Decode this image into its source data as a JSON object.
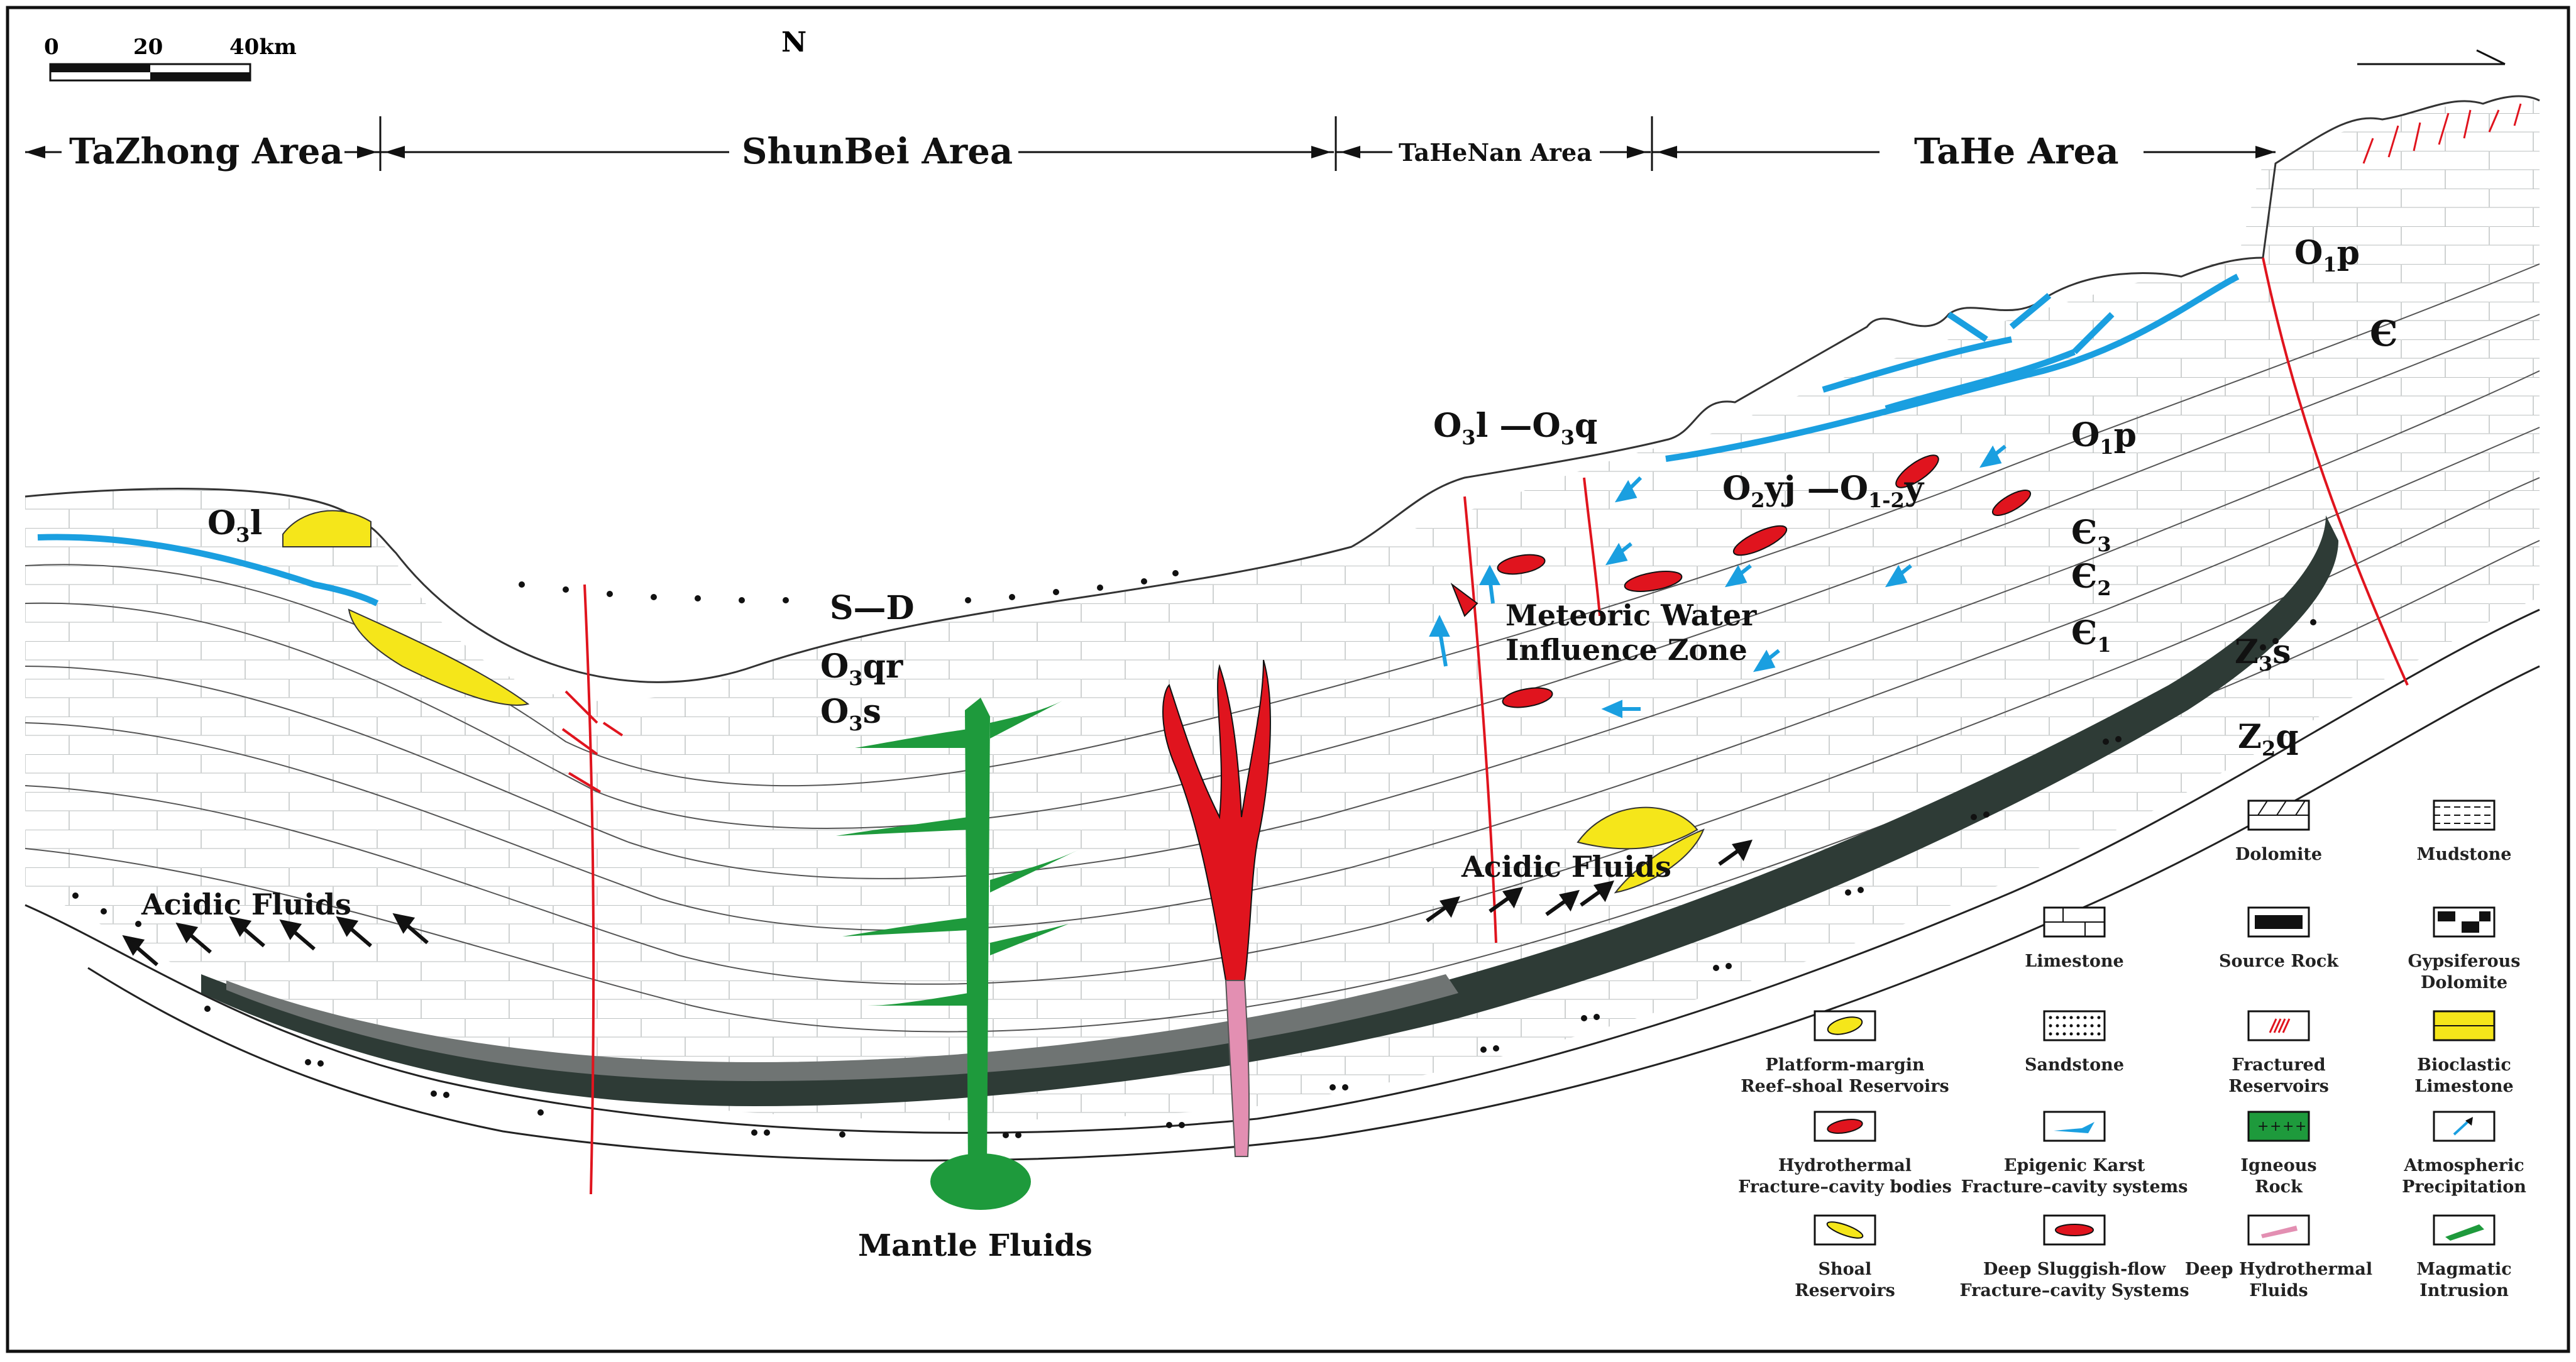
{
  "scale_bar": {
    "ticks": [
      "0",
      "20",
      "40km"
    ]
  },
  "north_arrow": {
    "label": "N"
  },
  "areas": [
    {
      "id": "tazhong",
      "label": "TaZhong Area"
    },
    {
      "id": "shunbei",
      "label": "ShunBei Area"
    },
    {
      "id": "tahenan",
      "label": "TaHeNan Area"
    },
    {
      "id": "tahe",
      "label": "TaHe Area"
    }
  ],
  "strata": {
    "o3l_left": {
      "main": "O",
      "sub": "3",
      "rest": "l"
    },
    "s_d": "S—D",
    "o3qr": {
      "main": "O",
      "sub": "3",
      "rest": "qr"
    },
    "o3s": {
      "main": "O",
      "sub": "3",
      "rest": "s"
    },
    "o3l_o3q": {
      "a": "O",
      "a_sub": "3",
      "b": "l —O",
      "b_sub": "3",
      "c": "q"
    },
    "o2yj_o12y": {
      "a": "O",
      "a_sub": "2",
      "b": "yj —O",
      "b_sub": "1-2",
      "c": "y"
    },
    "o1p_upper": {
      "main": "O",
      "sub": "1",
      "rest": "p"
    },
    "o1p_mid": {
      "main": "O",
      "sub": "1",
      "rest": "p"
    },
    "cambrian": "Є",
    "c3": {
      "main": "Є",
      "sub": "3"
    },
    "c2": {
      "main": "Є",
      "sub": "2"
    },
    "c1": {
      "main": "Є",
      "sub": "1"
    },
    "z3s": {
      "main": "Z",
      "sub": "3",
      "rest": "s"
    },
    "z2q": {
      "main": "Z",
      "sub": "2",
      "rest": "q"
    }
  },
  "annotations": {
    "acidic_left": "Acidic Fluids",
    "acidic_right": "Acidic Fluids",
    "meteoric_line1": "Meteoric Water",
    "meteoric_line2": "Influence Zone",
    "mantle": "Mantle Fluids"
  },
  "legend": [
    {
      "id": "dolomite",
      "lines": [
        "Dolomite"
      ]
    },
    {
      "id": "mudstone",
      "lines": [
        "Mudstone"
      ]
    },
    {
      "id": "limestone",
      "lines": [
        "Limestone"
      ]
    },
    {
      "id": "source-rock",
      "lines": [
        "Source Rock"
      ]
    },
    {
      "id": "gypsiferous-dolomite",
      "lines": [
        "Gypsiferous",
        "Dolomite"
      ]
    },
    {
      "id": "reef-shoal",
      "lines": [
        "Platform-margin",
        "Reef–shoal Reservoirs"
      ]
    },
    {
      "id": "sandstone",
      "lines": [
        "Sandstone"
      ]
    },
    {
      "id": "fractured",
      "lines": [
        "Fractured",
        "Reservoirs"
      ]
    },
    {
      "id": "bioclastic",
      "lines": [
        "Bioclastic",
        "Limestone"
      ]
    },
    {
      "id": "hydrothermal",
      "lines": [
        "Hydrothermal",
        "Fracture–cavity bodies"
      ]
    },
    {
      "id": "epigenic-karst",
      "lines": [
        "Epigenic Karst",
        "Fracture–cavity systems"
      ]
    },
    {
      "id": "igneous",
      "lines": [
        "Igneous",
        "Rock"
      ]
    },
    {
      "id": "atmospheric",
      "lines": [
        "Atmospheric",
        "Precipitation"
      ]
    },
    {
      "id": "shoal",
      "lines": [
        "Shoal",
        "Reservoirs"
      ]
    },
    {
      "id": "deep-sluggish",
      "lines": [
        "Deep Sluggish-flow",
        "Fracture–cavity Systems"
      ]
    },
    {
      "id": "deep-hydrothermal",
      "lines": [
        "Deep Hydrothermal",
        "Fluids"
      ]
    },
    {
      "id": "magmatic",
      "lines": [
        "Magmatic",
        "Intrusion"
      ]
    }
  ],
  "colors": {
    "karst": "#1a9fe0",
    "hydrothermal": "#e0141e",
    "magmatic": "#1e9a3c",
    "reef": "#f5e61a",
    "source_rock": "#2e3b36",
    "deep_fluid": "#e38fb2",
    "fault": "#e0141e"
  }
}
